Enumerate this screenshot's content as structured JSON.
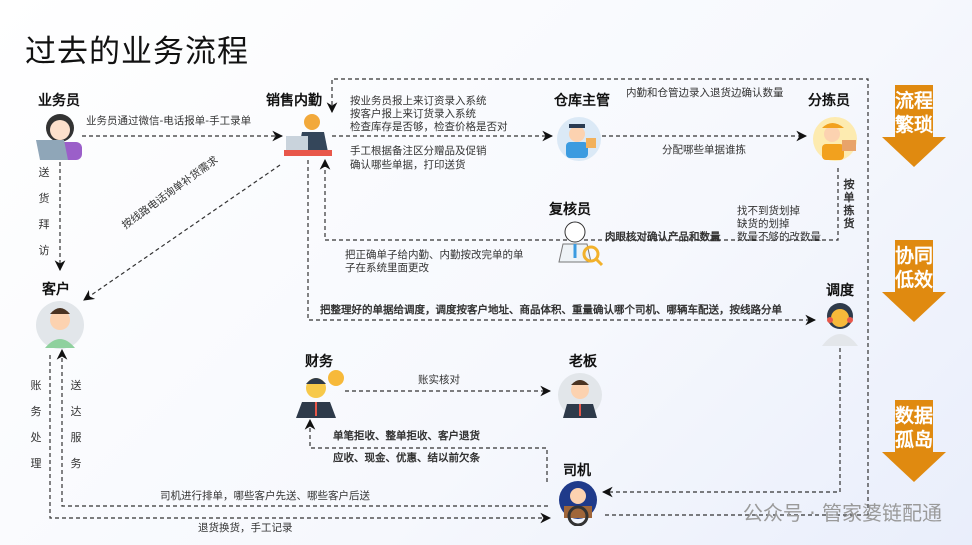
{
  "title": "过去的业务流程",
  "roles": {
    "salesman": "业务员",
    "sales_clerk": "销售内勤",
    "warehouse": "仓库主管",
    "picker": "分拣员",
    "checker": "复核员",
    "customer": "客户",
    "dispatcher": "调度",
    "finance": "财务",
    "boss": "老板",
    "driver": "司机"
  },
  "notes": {
    "salesman_to_clerk": "业务员通过微信-电话报单-手工录单",
    "clerk_tasks": [
      "按业务员报上来订资录入系统",
      "按客户报上来订货录入系统",
      "检查库存是否够，检查价格是否对"
    ],
    "clerk_tasks2": [
      "手工根据备注区分赠品及促销",
      "确认哪些单据，打印送货"
    ],
    "clerk_warehouse_return": "内勤和仓管边录入退货边确认数量",
    "assign_picking": "分配哪些单据谁拣",
    "pick_by_order": "按单拣货",
    "check_fix": [
      "找不到货划掉",
      "缺货的划掉",
      "数量不够的改数量"
    ],
    "visual_check": "肉眼核对确认产品和数量",
    "correct_orders": [
      "把正确单子给内勤、内勤按改完单的单",
      "子在系统里面更改"
    ],
    "customer_phone": "按线路电话询单补货需求",
    "visit": "送货拜访",
    "to_dispatch": "把整理好的单据给调度，调度按客户地址、商品体积、重量确认哪个司机、哪辆车配送，按线路分单",
    "reconcile": "账实核对",
    "driver_returns": "单笔拒收、整单拒收、客户退货",
    "driver_collect": "应收、现金、优惠、结以前欠条",
    "accounting": "账务处理",
    "delivery_service": "送达服务",
    "driver_schedule": "司机进行排单，哪些客户先送、哪些客户后送",
    "return_exchange": "退货换货，手工记录"
  },
  "banners": [
    "流程繁琐",
    "协同低效",
    "数据孤岛"
  ],
  "watermark": "公众号 · 管家婆链配通",
  "colors": {
    "accent": "#e08a10",
    "line": "#333333"
  }
}
